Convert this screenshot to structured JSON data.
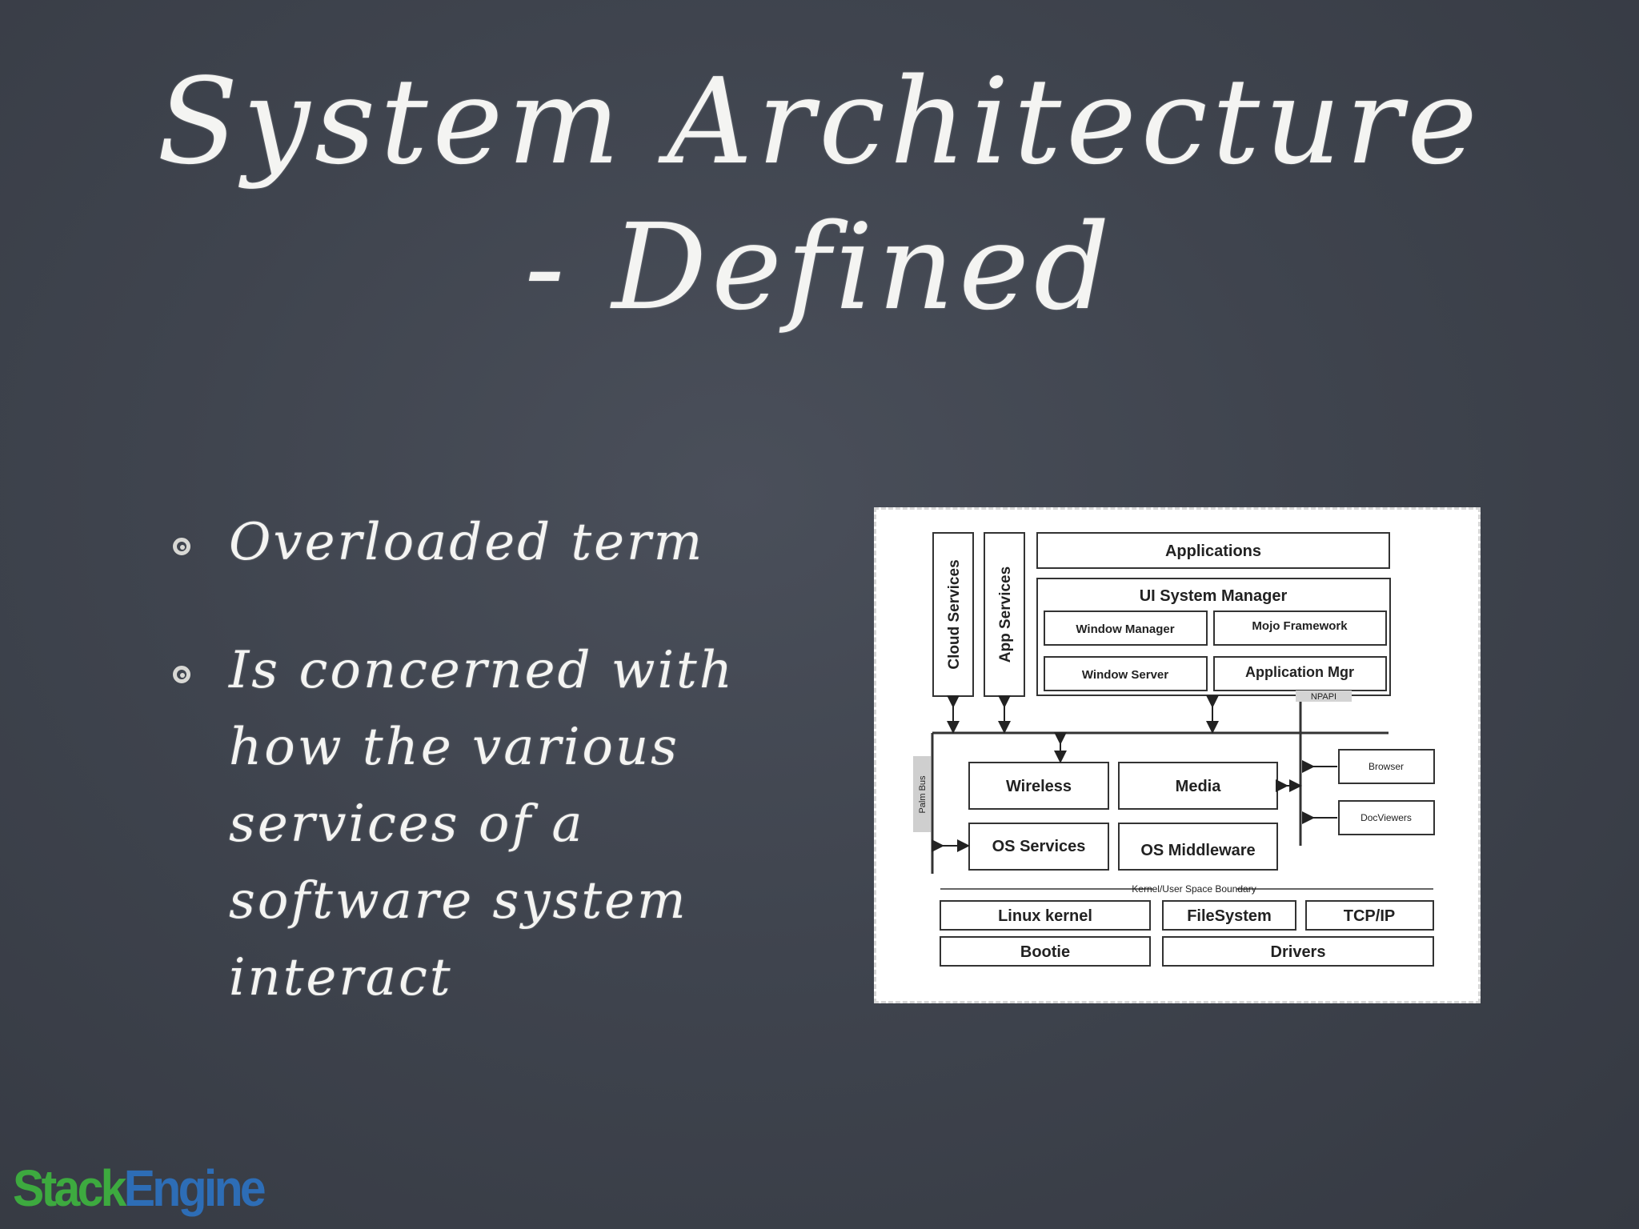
{
  "slide": {
    "title_line1": "System Architecture",
    "title_line2": "- Defined",
    "bullets": [
      "Overloaded term",
      "Is concerned with how the various services of a software system interact"
    ]
  },
  "diagram": {
    "applications": "Applications",
    "cloud_services": "Cloud Services",
    "app_services": "App Services",
    "ui_system_manager": "UI System Manager",
    "window_manager": "Window Manager",
    "mojo_framework": "Mojo Framework",
    "window_server": "Window Server",
    "application_mgr": "Application Mgr",
    "npapi": "NPAPI",
    "palm_bus": "Palm Bus",
    "wireless": "Wireless",
    "media": "Media",
    "browser": "Browser",
    "docviewers": "DocViewers",
    "os_services": "OS Services",
    "os_middleware": "OS Middleware",
    "kernel_boundary": "Kernel/User Space Boundary",
    "linux_kernel": "Linux kernel",
    "filesystem": "FileSystem",
    "tcpip": "TCP/IP",
    "bootie": "Bootie",
    "drivers": "Drivers"
  },
  "logo": {
    "part1": "Stack",
    "part2": "Engine",
    "colors": {
      "stack": "#3daa3f",
      "engine": "#2d6db6"
    }
  },
  "colors": {
    "background": "#3f444e",
    "chalk": "#f4f4f2"
  }
}
